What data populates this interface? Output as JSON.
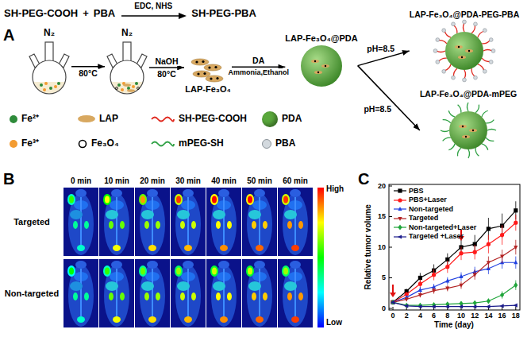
{
  "diagram": {
    "nodes": [
      {
        "text": [
          "N₂"
        ]
      },
      {
        "text": [
          "N₂"
        ]
      },
      {
        "text": [
          "LAP-Fe₃O₄"
        ]
      },
      {
        "text": [
          "LAP-Fe₃O₄@PDA"
        ]
      },
      {
        "text": [
          "LAP-Fe₃O₄@PDA-PEG-PBA"
        ]
      },
      {
        "text": [
          "LAP-Fe₃O₄@PDA-mPEG"
        ]
      }
    ],
    "edges": [
      {
        "from": 0,
        "to": 1,
        "arrow": "to"
      },
      {
        "from": 1,
        "to": 2,
        "label": "NaOH",
        "arrow": "to"
      },
      {
        "from": 2,
        "to": 3,
        "label": "DA",
        "arrow": "to"
      },
      {
        "from": 3,
        "to": 4,
        "label": "pH=8.5",
        "arrow": "to"
      },
      {
        "from": 3,
        "to": 5,
        "label": "pH=8.5",
        "arrow": "to"
      }
    ],
    "labels": [
      "A",
      "SH-PEG-COOH",
      "+",
      "PBA",
      "EDC, NHS",
      "SH-PEG-PBA",
      "80°C",
      "80°C",
      "Ammonia,Ethanol",
      "B",
      "0 min",
      "10 min",
      "20 min",
      "30 min",
      "40 min",
      "50 min",
      "60 min",
      "Targeted",
      "Non-targeted",
      "High",
      "Low",
      "C",
      "0",
      "5",
      "10",
      "15",
      "20",
      "0",
      "2",
      "4",
      "6",
      "8",
      "10",
      "12",
      "14",
      "16",
      "18",
      "Relative tumor volume",
      "Time (day)"
    ],
    "legend": [
      {
        "text": "Fe²⁺",
        "color": "#2e8b3a"
      },
      {
        "text": "LAP",
        "color": "#d8a860"
      },
      {
        "text": "SH-PEG-COOH"
      },
      {
        "text": "PDA",
        "color": "#5aa83c"
      },
      {
        "text": "Fe³⁺",
        "color": "#f39c32"
      },
      {
        "text": "Fe₃O₄"
      },
      {
        "text": "mPEG-SH"
      },
      {
        "text": "PBA",
        "color": "#d3d9de"
      },
      {
        "text": "PBS"
      },
      {
        "text": "PBS+Laser"
      },
      {
        "text": "Non-targeted"
      },
      {
        "text": "Targeted"
      },
      {
        "text": "Non-targeted+Laser"
      },
      {
        "text": "Targeted +Laser"
      }
    ]
  }
}
